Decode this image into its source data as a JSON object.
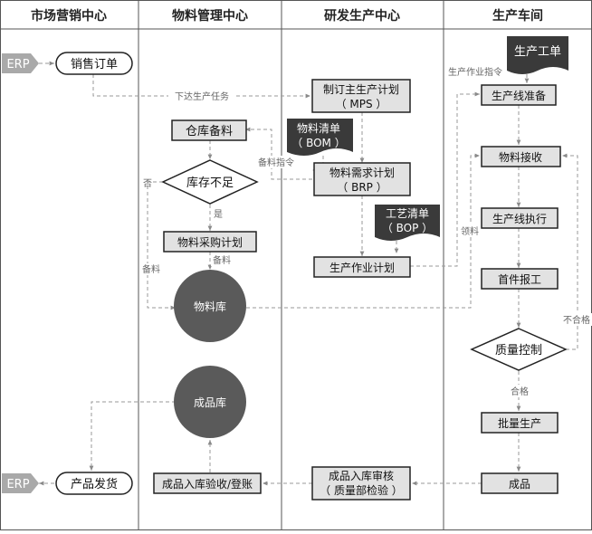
{
  "lanes": [
    {
      "title": "市场营销中心"
    },
    {
      "title": "物料管理中心"
    },
    {
      "title": "研发生产中心"
    },
    {
      "title": "生产车间"
    }
  ],
  "nodes": {
    "erp_top": "ERP",
    "sales_order": "销售订单",
    "mps_line1": "制订主生产计划",
    "mps_line2": "（ MPS ）",
    "bom_line1": "物料清单",
    "bom_line2": "（ BOM ）",
    "warehouse_prep": "仓库备料",
    "stock_shortage": "库存不足",
    "brp_line1": "物料需求计划",
    "brp_line2": "（ BRP ）",
    "bop_line1": "工艺清单",
    "bop_line2": "（ BOP ）",
    "purchase_plan": "物料采购计划",
    "work_plan": "生产作业计划",
    "material_store": "物料库",
    "work_order": "生产工单",
    "line_prep": "生产线准备",
    "material_receive": "物料接收",
    "line_exec": "生产线执行",
    "first_report": "首件报工",
    "quality_control": "质量控制",
    "batch_production": "批量生产",
    "finished_goods": "成品",
    "finished_store": "成品库",
    "fg_acceptance": "成品入库验收/登账",
    "fg_audit_line1": "成品入库审核",
    "fg_audit_line2": "（ 质量部检验 ）",
    "product_shipment": "产品发货",
    "erp_bottom": "ERP"
  },
  "edge_labels": {
    "issue_task": "下达生产任务",
    "prep_order": "备料指令",
    "no": "否",
    "yes": "是",
    "prep_material": "备料",
    "stock_material": "备料",
    "work_order_cmd": "生产作业指令",
    "pick_material": "领料",
    "unqualified": "不合格",
    "qualified": "合格"
  },
  "colors": {
    "box_fill": "#e2e2e2",
    "circle_fill": "#5a5a5a",
    "doc_fill": "#3a3a3a",
    "erp_fill": "#a9a9a9",
    "line": "#9a9a9a"
  }
}
